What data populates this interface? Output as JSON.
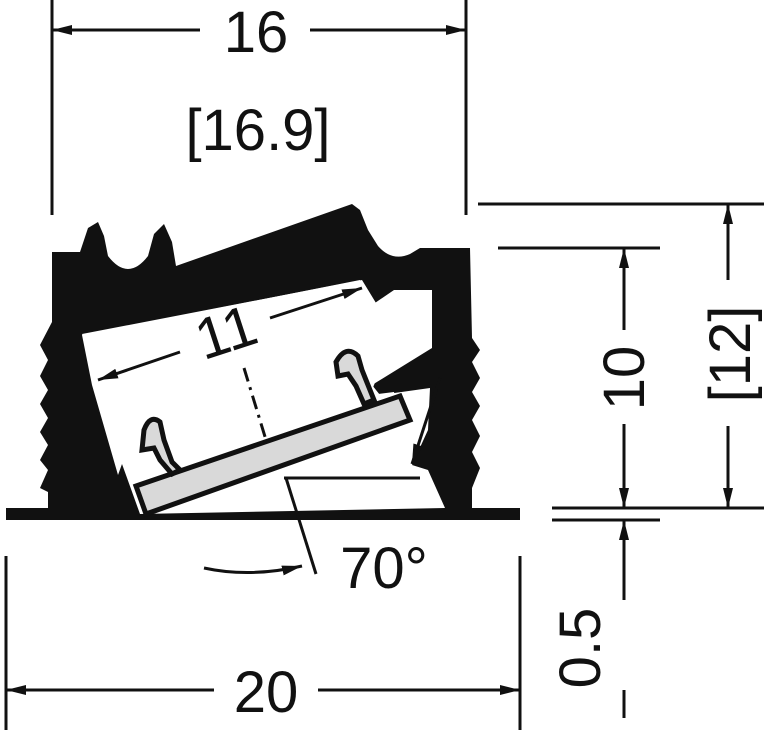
{
  "dimensions": {
    "top_width": "16",
    "top_width_alt": "[16.9]",
    "inner_width": "11",
    "height_inner": "10",
    "height_outer": "[12]",
    "base_thickness": "0.5",
    "bottom_width": "20",
    "angle": "70°"
  },
  "colors": {
    "profile": "#111111",
    "led_strip": "#d9d9d9",
    "background": "#ffffff"
  }
}
